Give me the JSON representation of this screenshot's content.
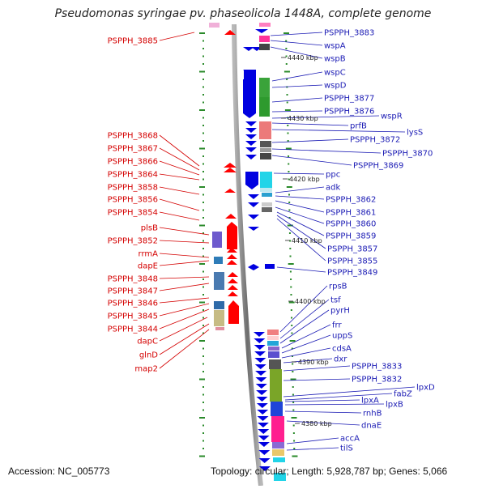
{
  "title": "Pseudomonas syringae pv. phaseolicola 1448A, complete genome",
  "accession": "Accession: NC_005773",
  "topology": "Topology: circular; Length: 5,928,787 bp; Genes: 5,066",
  "colors": {
    "forward_strand": "#ff0000",
    "reverse_strand": "#0000e0",
    "left_labels": "#d40000",
    "right_labels": "#1a1ab4",
    "backbone": "#8c8c8c"
  },
  "left_labels": [
    {
      "text": "PSPPH_3885"
    },
    {
      "text": "PSPPH_3868"
    },
    {
      "text": "PSPPH_3867"
    },
    {
      "text": "PSPPH_3866"
    },
    {
      "text": "PSPPH_3864"
    },
    {
      "text": "PSPPH_3858"
    },
    {
      "text": "PSPPH_3856"
    },
    {
      "text": "PSPPH_3854"
    },
    {
      "text": "plsB"
    },
    {
      "text": "PSPPH_3852"
    },
    {
      "text": "rrmA"
    },
    {
      "text": "dapE"
    },
    {
      "text": "PSPPH_3848"
    },
    {
      "text": "PSPPH_3847"
    },
    {
      "text": "PSPPH_3846"
    },
    {
      "text": "PSPPH_3845"
    },
    {
      "text": "PSPPH_3844"
    },
    {
      "text": "dapC"
    },
    {
      "text": "glnD"
    },
    {
      "text": "map2"
    }
  ],
  "right_labels": [
    {
      "text": "PSPPH_3883"
    },
    {
      "text": "wspA"
    },
    {
      "text": "wspB"
    },
    {
      "text": "wspC"
    },
    {
      "text": "wspD"
    },
    {
      "text": "PSPPH_3877"
    },
    {
      "text": "PSPPH_3876"
    },
    {
      "text": "wspR"
    },
    {
      "text": "prfB"
    },
    {
      "text": "lysS"
    },
    {
      "text": "PSPPH_3872"
    },
    {
      "text": "PSPPH_3870"
    },
    {
      "text": "PSPPH_3869"
    },
    {
      "text": "ppc"
    },
    {
      "text": "adk"
    },
    {
      "text": "PSPPH_3862"
    },
    {
      "text": "PSPPH_3861"
    },
    {
      "text": "PSPPH_3860"
    },
    {
      "text": "PSPPH_3859"
    },
    {
      "text": "PSPPH_3857"
    },
    {
      "text": "PSPPH_3855"
    },
    {
      "text": "PSPPH_3849"
    },
    {
      "text": "rpsB"
    },
    {
      "text": "tsf"
    },
    {
      "text": "pyrH"
    },
    {
      "text": "frr"
    },
    {
      "text": "uppS"
    },
    {
      "text": "cdsA"
    },
    {
      "text": "dxr"
    },
    {
      "text": "PSPPH_3833"
    },
    {
      "text": "PSPPH_3832"
    },
    {
      "text": "lpxD"
    },
    {
      "text": "fabZ"
    },
    {
      "text": "lpxA"
    },
    {
      "text": "lpxB"
    },
    {
      "text": "rnhB"
    },
    {
      "text": "dnaE"
    },
    {
      "text": "accA"
    },
    {
      "text": "tilS"
    }
  ],
  "kbp_marks": [
    {
      "label": "4440 kbp"
    },
    {
      "label": "4430 kbp"
    },
    {
      "label": "4420 kbp"
    },
    {
      "label": "4410 kbp"
    },
    {
      "label": "4400 kbp"
    },
    {
      "label": "4390 kbp"
    },
    {
      "label": "4380 kbp"
    }
  ]
}
